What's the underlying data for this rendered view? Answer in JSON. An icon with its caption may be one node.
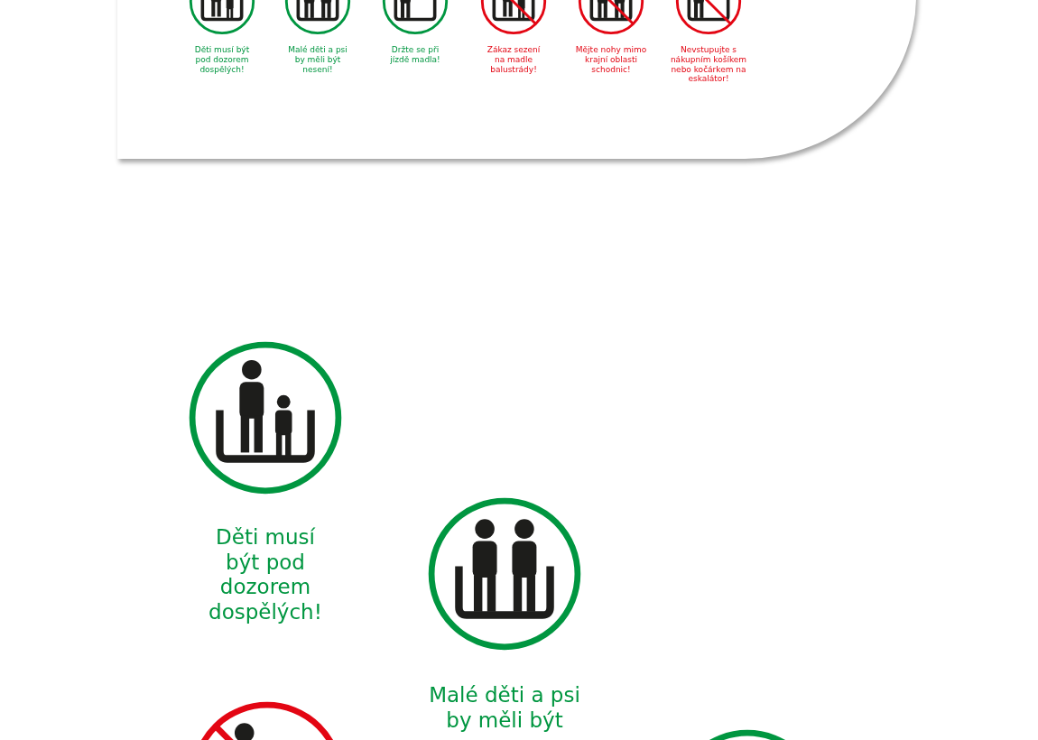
{
  "diagram": {
    "labels": [
      "Děti musí být pod dozorem dospělých!",
      "Malé děti a psi by měli být nesení!",
      "Držte se při jízdě madla!",
      "Zákaz sezení na madle balustrády!",
      "Mějte nohy mimo krajní oblasti schodnic!",
      "Nevstupujte s nákupním košíkem nebo kočárkem na eskalátor!",
      "Děti musí být pod dozorem dospělých!",
      "Malé děti a psi by měli být"
    ]
  }
}
